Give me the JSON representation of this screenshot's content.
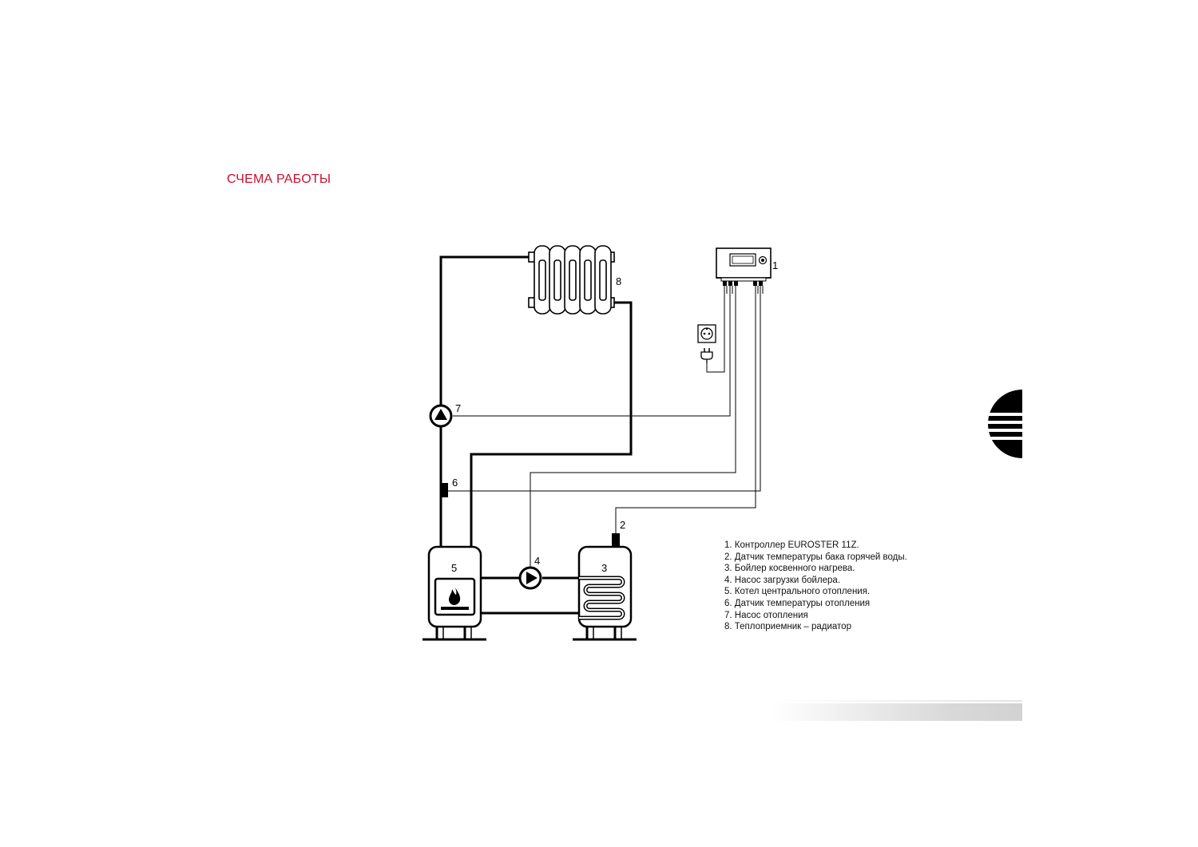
{
  "page": {
    "title": "СЧЕМА РАБОТЫ",
    "title_color": "#c8102e"
  },
  "diagram": {
    "labels": {
      "controller": "1",
      "dhw_sensor": "2",
      "indirect_boiler": "3",
      "boiler_pump": "4",
      "central_boiler": "5",
      "heating_sensor": "6",
      "heating_pump": "7",
      "radiator": "8"
    },
    "icons": {
      "controller": "controller-icon",
      "socket": "power-socket-icon",
      "plug": "power-plug-icon",
      "flame": "flame-icon",
      "pump": "pump-icon",
      "radiator": "radiator-icon"
    }
  },
  "legend": [
    "1. Контроллер EUROSTER 11Z.",
    "2. Датчик температуры бака горячей воды.",
    "3. Бойлер косвенного нагрева.",
    "4. Насос загрузки бойлера.",
    "5. Котел центрального отопления.",
    "6. Датчик температуры отопления",
    "7. Насос отопления",
    "8. Теплоприемник – радиатор"
  ]
}
